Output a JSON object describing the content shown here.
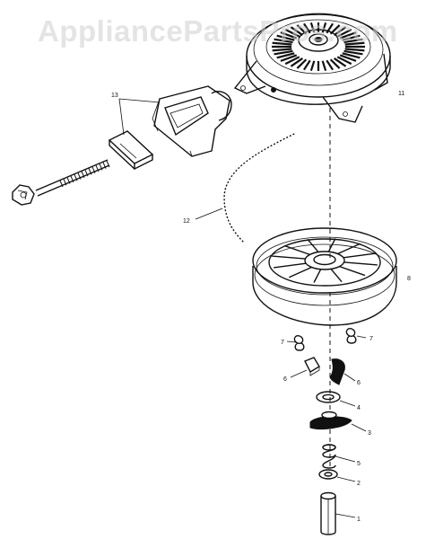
{
  "watermark": {
    "text": "AppliancePartsPros.com"
  },
  "callouts": {
    "p1": "1",
    "p2": "2",
    "p3": "3",
    "p4": "4",
    "p5": "5",
    "p6a": "6",
    "p6b": "6",
    "p7a": "7",
    "p7b": "7",
    "p8": "8",
    "p11": "11",
    "p12": "12",
    "p13": "13"
  }
}
